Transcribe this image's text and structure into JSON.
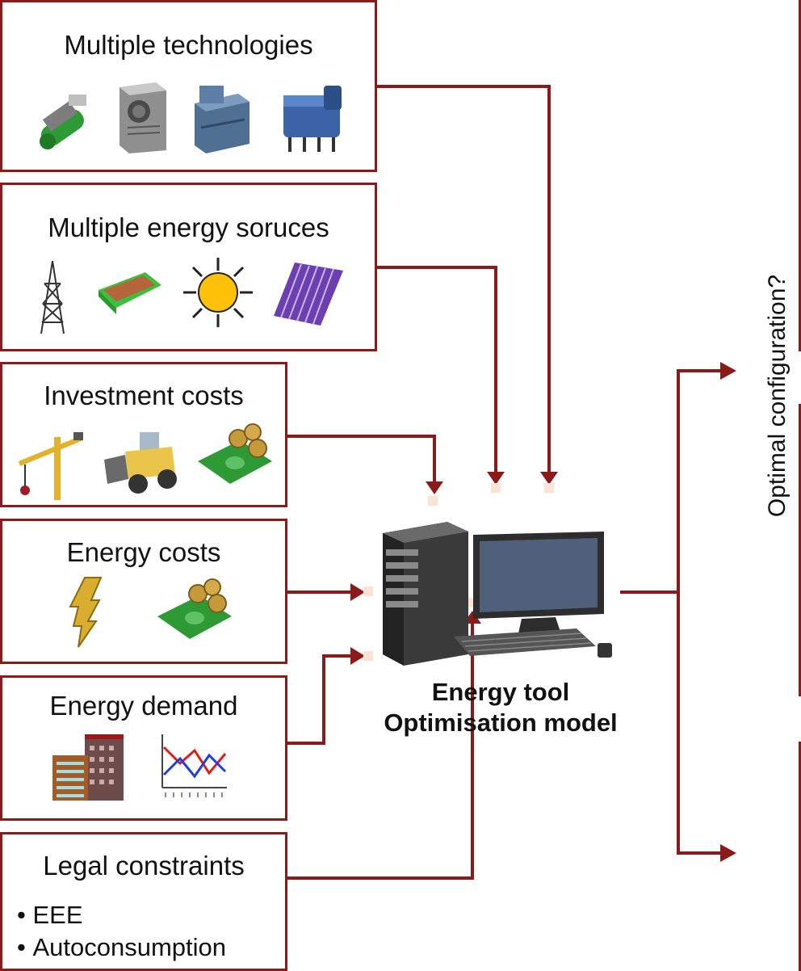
{
  "inputs": {
    "technologies": {
      "title": "Multiple technologies",
      "icons": [
        "generator-icon",
        "boiler-icon",
        "heat-pump-icon",
        "chiller-icon"
      ]
    },
    "sources": {
      "title": "Multiple energy soruces",
      "icons": [
        "power-tower-icon",
        "biomass-icon",
        "sun-icon",
        "solar-collector-icon"
      ]
    },
    "investment": {
      "title": "Investment costs",
      "icons": [
        "crane-icon",
        "bulldozer-icon",
        "money-icon"
      ]
    },
    "energy_costs": {
      "title": "Energy costs",
      "icons": [
        "lightning-icon",
        "money-icon"
      ]
    },
    "demand": {
      "title": "Energy demand",
      "icons": [
        "buildings-icon",
        "demand-chart-icon"
      ]
    },
    "legal": {
      "title": "Legal constraints",
      "bullets": [
        "EEE",
        "Autoconsumption"
      ]
    }
  },
  "center": {
    "line1": "Energy tool",
    "line2": "Optimisation model",
    "icon": "computer-icon"
  },
  "output": {
    "label": "Optimal configuration?"
  },
  "colors": {
    "accent": "#8b1a1a",
    "marker": "#fbe3d6"
  }
}
